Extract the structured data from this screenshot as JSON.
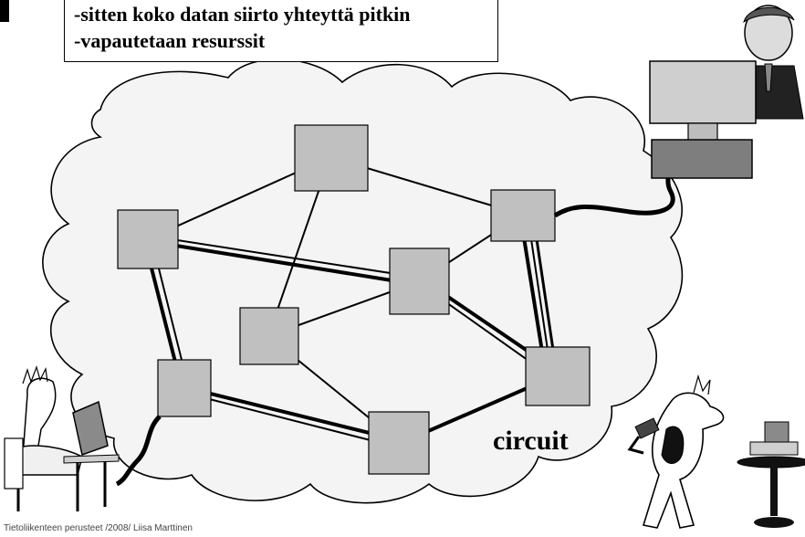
{
  "slide": {
    "bullets": [
      "-sitten koko datan siirto yhteyttä pitkin",
      "-vapautetaan resurssit"
    ],
    "circuit_label": "circuit",
    "footer": "Tietoliikenteen perusteet /2008/ Liisa Marttinen"
  },
  "colors": {
    "cloud_fill": "#f4f4f4",
    "node_fill": "#c0c0c0",
    "line": "#000000"
  }
}
